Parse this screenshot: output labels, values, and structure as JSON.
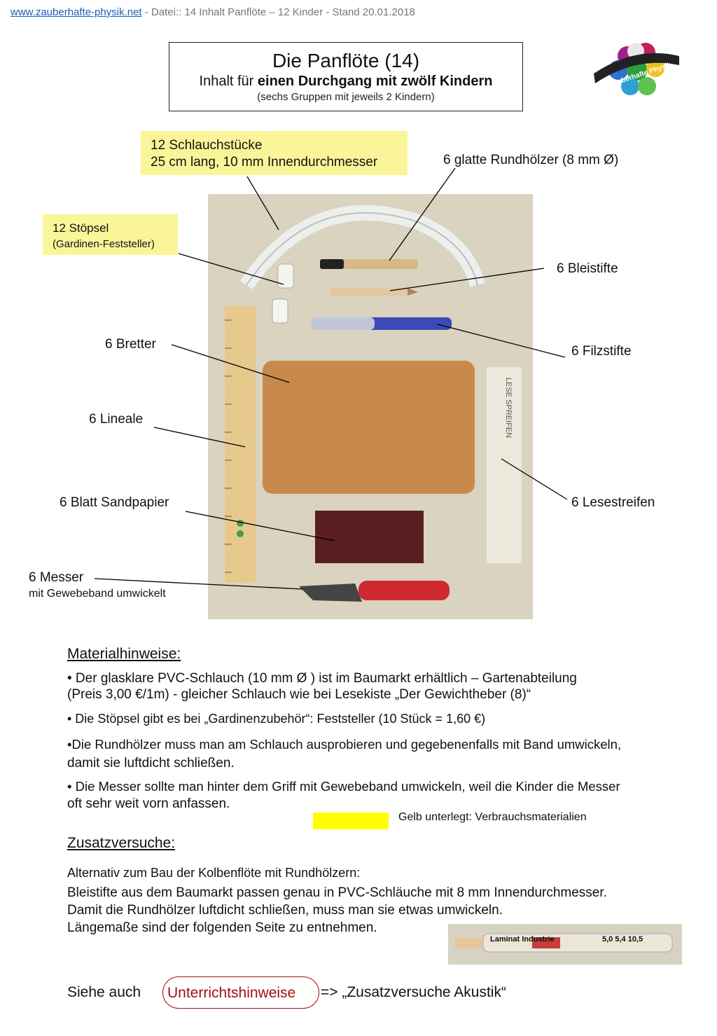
{
  "header": {
    "link": "www.zauberhafte-physik.net",
    "file_info": " - Datei:: 14 Inhalt Panflöte – 12 Kinder  -  Stand  20.01.2018"
  },
  "title": {
    "main": "Die Panflöte (14)",
    "sub_prefix": "Inhalt für ",
    "sub_bold": "einen Durchgang mit zwölf Kindern",
    "note": "(sechs Gruppen mit jeweils 2 Kindern)"
  },
  "logo": {
    "text": "Zauberhafte Physik"
  },
  "labels": {
    "schlauch_1": "12 Schlauchstücke",
    "schlauch_2": "25 cm lang, 10 mm Innendurchmesser",
    "rundholz": "6 glatte Rundhölzer (8 mm Ø)",
    "stoepsel_1": "12 Stöpsel",
    "stoepsel_2": "(Gardinen-Feststeller)",
    "bleistifte": "6 Bleistifte",
    "bretter": "6 Bretter",
    "filzstifte": "6 Filzstifte",
    "lineale": "6 Lineale",
    "sandpapier": "6 Blatt Sandpapier",
    "lesestreifen": "6 Lesestreifen",
    "messer_1": "6 Messer",
    "messer_2": "mit Gewebeband umwickelt",
    "lesestreifen_text": "LESE SPREIFEN"
  },
  "materialhinweise": {
    "heading": "Materialhinweise:",
    "p1_line1": "• Der glasklare PVC-Schlauch (10 mm Ø ) ist im Baumarkt erhältlich – Gartenabteilung",
    "p1_line2": "(Preis 3,00 €/1m) -  gleicher Schlauch wie bei Lesekiste „Der Gewichtheber (8)“",
    "p2": "• Die Stöpsel gibt es bei „Gardinenzubehör“: Feststeller (10 Stück = 1,60 €)",
    "p3_line1": "•Die Rundhölzer muss man am Schlauch  ausprobieren und gegebenenfalls mit Band umwickeln,",
    "p3_line2": "damit sie luftdicht schließen.",
    "p4_line1": "• Die Messer sollte man hinter dem Griff mit Gewebeband umwickeln, weil die Kinder die Messer",
    "p4_line2": "oft sehr weit vorn anfassen."
  },
  "legend": {
    "text": "Gelb unterlegt: Verbrauchsmaterialien",
    "color": "#ffff00"
  },
  "zusatzversuche": {
    "heading": "Zusatzversuche:",
    "l1": "Alternativ zum Bau der Kolbenflöte mit Rundhölzern:",
    "l2": "Bleistifte aus dem Baumarkt passen genau in PVC-Schläuche mit 8 mm Innendurchmesser.",
    "l3": "Damit die Rundhölzer luftdicht schließen, muss man sie etwas umwickeln.",
    "l4": "Längemaße sind der folgenden Seite zu entnehmen."
  },
  "pencil_photo": {
    "brand": "Laminat Industrie",
    "marks": "5,0  5,4  10,5"
  },
  "footer": {
    "siehe": "Siehe auch",
    "link": "Unterrichtshinweise",
    "arrow_text": "=>  „Zusatzversuche  Akustik“"
  },
  "colors": {
    "highlight": "#fbf59a",
    "link_circle": "#a01010"
  }
}
